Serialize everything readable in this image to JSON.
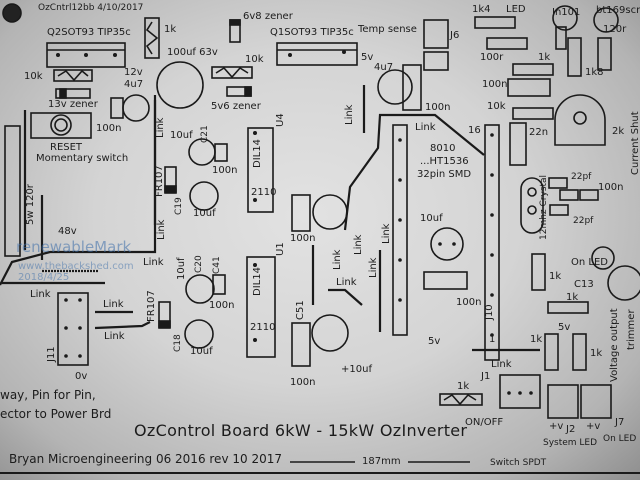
{
  "board": {
    "file_id": "OzCntrl12bb 4/10/2017",
    "title": "OzControl Board 6kW - 15kW OzInverter",
    "credit": "Bryan Microengineering  06 2016 rev 10 2017",
    "dimension": "187mm",
    "note_line1": "way, Pin for Pin,",
    "note_line2": "ector to Power Brd"
  },
  "watermark": {
    "name": "renewableMark",
    "site": "www.thebackshed.com",
    "date": "2018/4/25"
  },
  "labels": {
    "q2": "Q2SOT93 TIP35c",
    "r1k_top": "1k",
    "z6v8": "6v8 zener",
    "c100uf": "100uf 63v",
    "r10k_top": "10k",
    "q1": "Q1SOT93 TIP35c",
    "r10k_left": "10k",
    "v12": "12v",
    "c4u7_left": "4u7",
    "z13v": "13v zener",
    "z5v6": "5v6 zener",
    "c100n_reset": "100n",
    "reset": "RESET",
    "reset_sub": "Momentary switch",
    "link_a": "Link",
    "c10uf_21": "10uf",
    "c21": "C21",
    "c100n_21": "100n",
    "u4": "U4",
    "dil14_u4": "DIL14",
    "ic2110_u4": "2110",
    "fr107_a": "FR107",
    "c19": "C19",
    "c10uf_19": "10uf",
    "r5w": "5w 120r",
    "v48": "48v",
    "link_b": "Link",
    "temp": "Temp sense",
    "j6": "J6",
    "v5_top": "5v",
    "c4u7_right": "4u7",
    "c100n_temp": "100n",
    "link_c": "Link",
    "link_d": "Link",
    "chip1": "8010",
    "chip2": "...HT1536",
    "chip3": "32pin SMD",
    "pin16": "16",
    "r1k4": "1k4",
    "led": "LED",
    "in101": "In101",
    "scr": "bt169scr",
    "r100r": "100r",
    "r1k_led": "1k",
    "r120r": "120r",
    "r1k8": "1k8",
    "c100n_r": "100n",
    "r10k_r": "10k",
    "c22n": "22n",
    "pot2k": "2k",
    "current_shut": "Current Shut",
    "crystal": "12mhz Crystal",
    "c22pf_a": "22pf",
    "c100n_x": "100n",
    "c22pf_b": "22pf",
    "c100n_top2": "100n",
    "link_e": "Link",
    "link_f": "Link",
    "link_g": "Link",
    "c10uf_mid": "10uf",
    "link_h": "Link",
    "link_i": "Link",
    "link_j": "Link",
    "link_k": "Link",
    "j11": "J11",
    "v0": "0v",
    "c10uf_20": "10uf",
    "c20": "C20",
    "c41": "C41",
    "c100n_41": "100n",
    "u1": "U1",
    "dil14_u1": "DIL14",
    "ic2110_u1": "2110",
    "fr107_b": "FR107",
    "c18": "C18",
    "c10uf_18": "10uf",
    "c51": "C51",
    "c100n_51": "100n",
    "c10uf_p": "+10uf",
    "link_l": "Link",
    "link_m": "Link",
    "c100n_bot": "100n",
    "j10": "J10",
    "v5_mid": "5v",
    "pin1": "1",
    "link_n": "Link",
    "r1k_j1": "1k",
    "j1": "J1",
    "onoff": "ON/OFF",
    "spdt": "Switch SPDT",
    "r1k_a": "1k",
    "r1k_b": "1k",
    "c13": "C13",
    "on_led_top": "On LED",
    "v5_r": "5v",
    "r1k_c": "1k",
    "r1k_d": "1k",
    "vout": "Voltage output",
    "trimmer": "trimmer",
    "pv1": "+v",
    "j2": "J2",
    "pv2": "+v",
    "j7": "J7",
    "sys_led": "System LED",
    "on_led": "On LED"
  }
}
